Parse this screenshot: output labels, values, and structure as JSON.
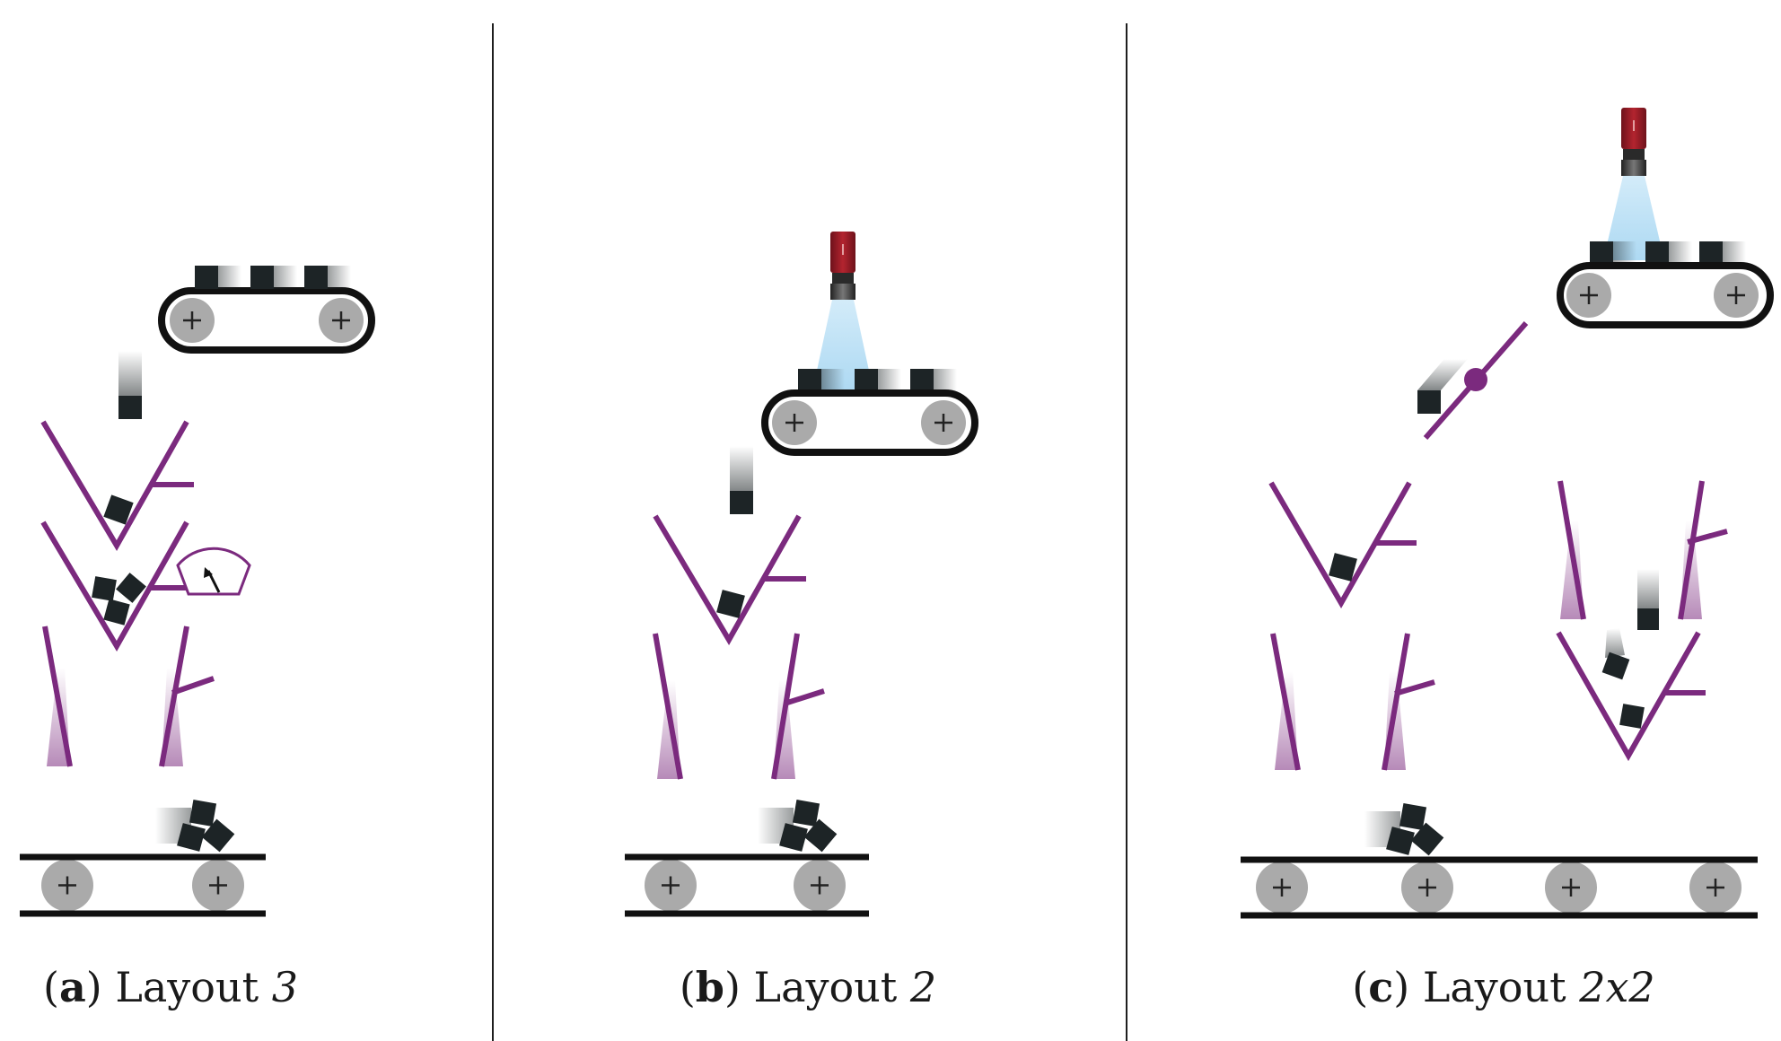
{
  "colors": {
    "chute": "#7b2a7e",
    "part": "#1d2426",
    "belt": "#111111",
    "roller": "#aaaaaa",
    "camera_body": "#a81e2b",
    "light_cone": "#9fd4f2"
  },
  "icons": [
    "conveyor-belt-icon",
    "roller-icon",
    "v-chute-icon",
    "gauge-icon",
    "camera-icon",
    "flap-gate-icon",
    "part-icon"
  ],
  "panels": [
    {
      "id": "a",
      "caption": {
        "open": "(",
        "letter": "a",
        "close": ")",
        "word": "Layout",
        "number": "3"
      }
    },
    {
      "id": "b",
      "caption": {
        "open": "(",
        "letter": "b",
        "close": ")",
        "word": "Layout",
        "number": "2"
      }
    },
    {
      "id": "c",
      "caption": {
        "open": "(",
        "letter": "c",
        "close": ")",
        "word": "Layout",
        "number": "2x2"
      }
    }
  ]
}
